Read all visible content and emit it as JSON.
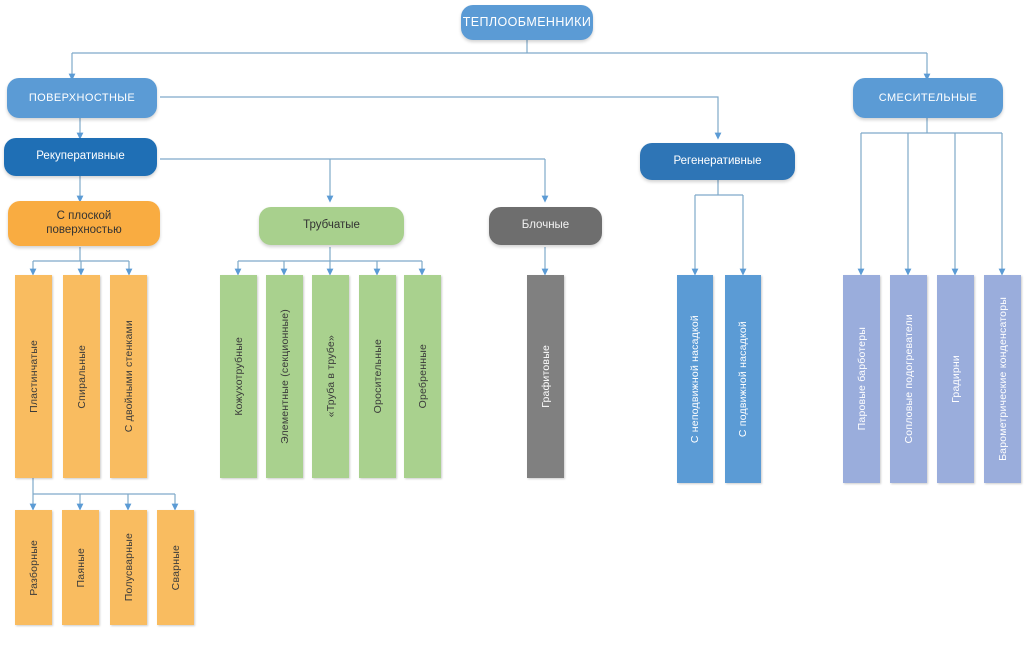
{
  "diagram": {
    "title_node": {
      "label": "ТЕПЛООБМЕННИКИ"
    },
    "level2": [
      {
        "label": "ПОВЕРХНОСТНЫЕ"
      },
      {
        "label": "СМЕСИТЕЛЬНЫЕ"
      }
    ],
    "level3": [
      {
        "label": "Рекуперативные"
      },
      {
        "label": "Регенеративные"
      }
    ],
    "level4": [
      {
        "label": "С плоской поверхностью"
      },
      {
        "label": "Трубчатые"
      },
      {
        "label": "Блочные"
      }
    ],
    "flat_surface_leaves": [
      {
        "label": "Пластинчатые"
      },
      {
        "label": "Спиральные"
      },
      {
        "label": "С двойными стенками"
      }
    ],
    "plate_sub_leaves": [
      {
        "label": "Разборные"
      },
      {
        "label": "Паяные"
      },
      {
        "label": "Полусварные"
      },
      {
        "label": "Сварные"
      }
    ],
    "tubular_leaves": [
      {
        "label": "Кожухотрубные"
      },
      {
        "label": "Элементные (секционные)"
      },
      {
        "label": "«Труба в трубе»"
      },
      {
        "label": "Оросительные"
      },
      {
        "label": "Оребренные"
      }
    ],
    "block_leaves": [
      {
        "label": "Графитовые"
      }
    ],
    "regenerative_leaves": [
      {
        "label": "С неподвижной насадкой"
      },
      {
        "label": "С подвижной насадкой"
      }
    ],
    "mixing_leaves": [
      {
        "label": "Паровые барботеры"
      },
      {
        "label": "Сопловые подогреватели"
      },
      {
        "label": "Градирни"
      },
      {
        "label": "Барометрические конденсаторы"
      }
    ],
    "colors": {
      "root": "#5b9bd5",
      "level2": "#5b9bd5",
      "recuperative": "#1f6fb5",
      "regenerative": "#2e75b6",
      "flat_surface": "#f9ac41",
      "tubular": "#a8d08d",
      "block": "#6e6e6e",
      "orange_bar": "#f9bc60",
      "green_bar": "#a9d18e",
      "gray_bar": "#808080",
      "blue_bar": "#5b9bd5",
      "periwinkle_bar": "#9aaddc",
      "connector": "#7fa9c9"
    }
  }
}
